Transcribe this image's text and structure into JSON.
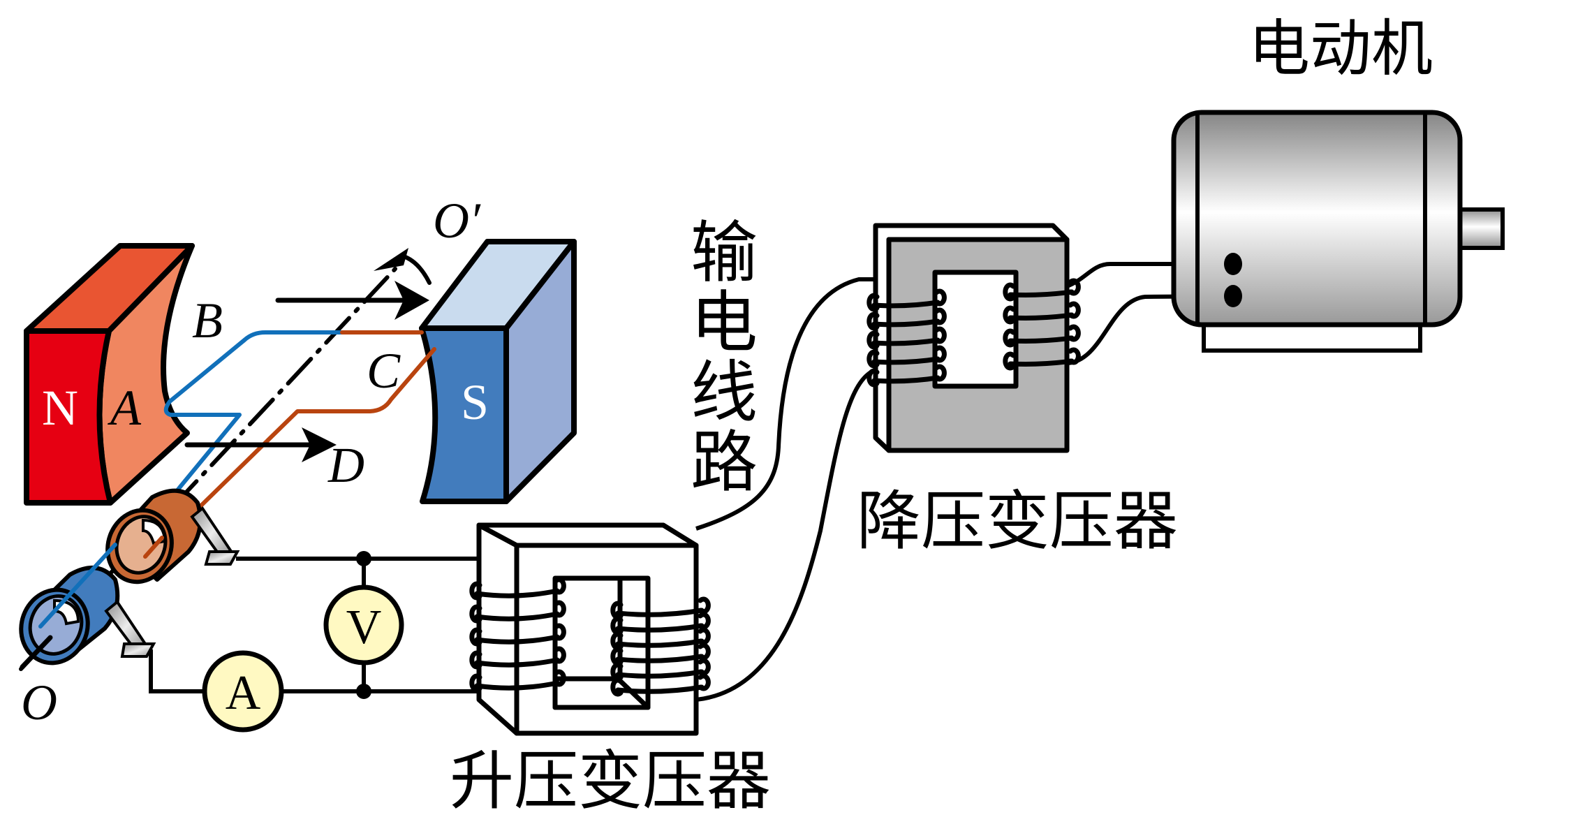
{
  "diagram": {
    "title": "AC generator to motor power transmission",
    "generator": {
      "north_pole_label": "N",
      "south_pole_label": "S",
      "coil_corner_labels": {
        "a": "A",
        "b": "B",
        "c": "C",
        "d": "D"
      },
      "axis_labels": {
        "start": "O",
        "end": "O′"
      },
      "colors": {
        "north_front": "#e60012",
        "north_top": "#e95532",
        "north_face": "#f08660",
        "south_front": "#427cbd",
        "south_top": "#c9dbee",
        "south_side": "#97acd6",
        "coil_blue": "#1170ba",
        "coil_brown": "#b9440f",
        "ring_brown": "#c86834",
        "ring_brown_inner": "#e6b08f",
        "ring_blue": "#427cbd",
        "ring_blue_inner": "#97acd6"
      }
    },
    "meters": {
      "voltmeter_label": "V",
      "ammeter_label": "A",
      "fill": "#fff9c2"
    },
    "step_up_transformer": {
      "label": "升压变压器"
    },
    "transmission_line": {
      "label": "输电线路",
      "chars": [
        "输",
        "电",
        "线",
        "路"
      ]
    },
    "step_down_transformer": {
      "label": "降压变压器",
      "core_fill": "#b5b5b5"
    },
    "motor": {
      "label": "电动机"
    }
  }
}
